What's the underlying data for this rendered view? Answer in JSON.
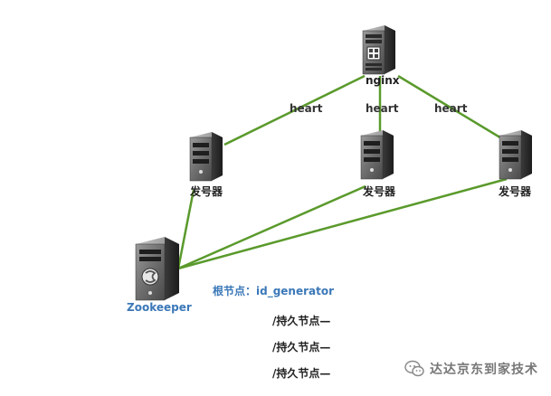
{
  "nodes": {
    "nginx": {
      "label": "nginx"
    },
    "gen_left": {
      "label": "发号器"
    },
    "gen_mid": {
      "label": "发号器"
    },
    "gen_right": {
      "label": "发号器"
    },
    "zookeeper": {
      "label": "Zookeeper"
    }
  },
  "edges": {
    "heart_left": "heart",
    "heart_mid": "heart",
    "heart_right": "heart"
  },
  "znodes": {
    "root": "根节点：id_generator",
    "children": [
      "/持久节点—",
      "/持久节点—",
      "/持久节点—"
    ]
  },
  "watermark": {
    "text": "达达京东到家技术",
    "icon": "wechat-icon"
  },
  "colors": {
    "edge": "#5a9a2c",
    "server_body": "#6a6a6a",
    "blue_text": "#3b78b8"
  }
}
